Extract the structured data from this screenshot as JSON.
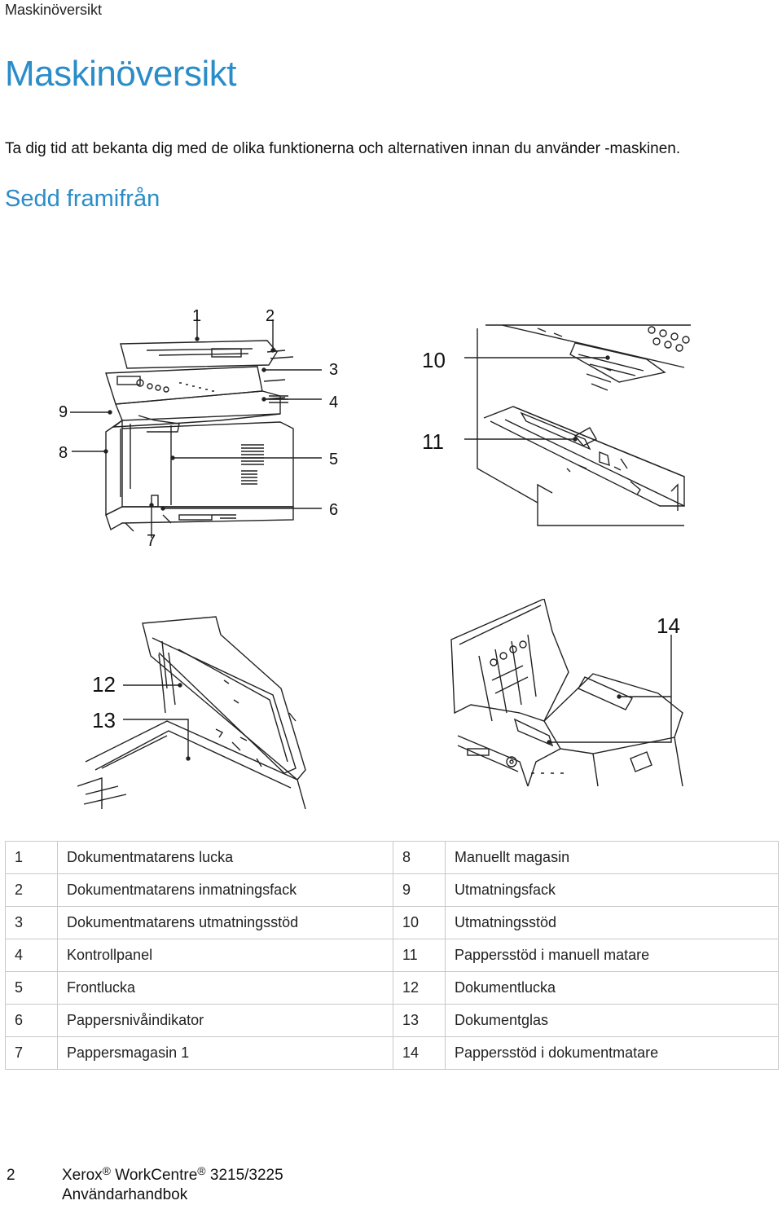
{
  "running_header": "Maskinöversikt",
  "title": "Maskinöversikt",
  "intro": "Ta dig tid att bekanta dig med de olika funktionerna och alternativen innan du använder -maskinen.",
  "section": "Sedd framifrån",
  "callouts": {
    "c1": "1",
    "c2": "2",
    "c3": "3",
    "c4": "4",
    "c5": "5",
    "c6": "6",
    "c7": "7",
    "c8": "8",
    "c9": "9",
    "c10": "10",
    "c11": "11",
    "c12": "12",
    "c13": "13",
    "c14": "14"
  },
  "legend": [
    {
      "n1": "1",
      "l1": "Dokumentmatarens lucka",
      "n2": "8",
      "l2": "Manuellt magasin"
    },
    {
      "n1": "2",
      "l1": "Dokumentmatarens inmatningsfack",
      "n2": "9",
      "l2": "Utmatningsfack"
    },
    {
      "n1": "3",
      "l1": "Dokumentmatarens utmatningsstöd",
      "n2": "10",
      "l2": "Utmatningsstöd"
    },
    {
      "n1": "4",
      "l1": "Kontrollpanel",
      "n2": "11",
      "l2": "Pappersstöd i manuell matare"
    },
    {
      "n1": "5",
      "l1": "Frontlucka",
      "n2": "12",
      "l2": "Dokumentlucka"
    },
    {
      "n1": "6",
      "l1": "Pappersnivåindikator",
      "n2": "13",
      "l2": "Dokumentglas"
    },
    {
      "n1": "7",
      "l1": "Pappersmagasin 1",
      "n2": "14",
      "l2": "Pappersstöd i dokumentmatare"
    }
  ],
  "footer": {
    "page_number": "2",
    "brand": "Xerox",
    "reg": "®",
    "product": "WorkCentre",
    "model": "3215/3225",
    "doc_type": "Användarhandbok"
  }
}
